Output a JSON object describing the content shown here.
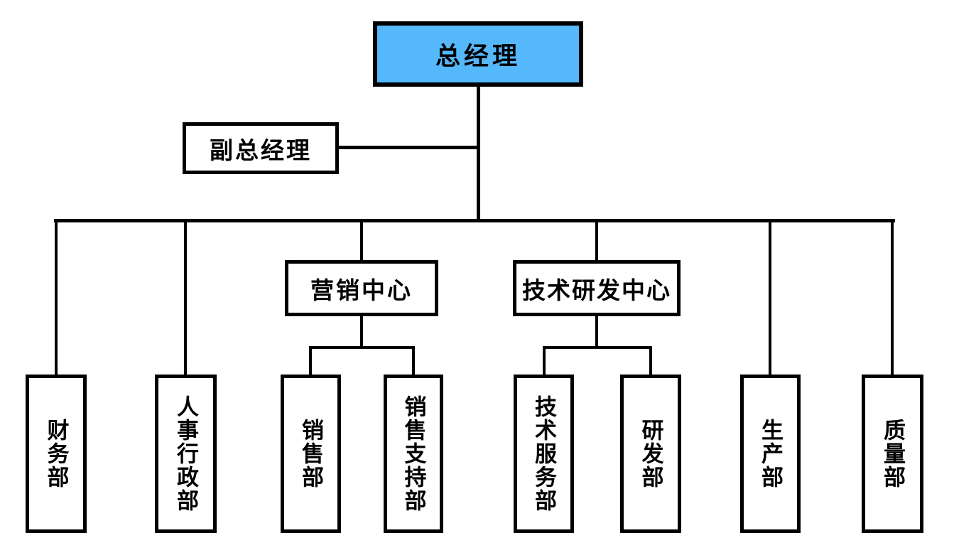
{
  "colors": {
    "root_fill": "#55B8FB",
    "node_fill": "#FFFFFF",
    "line": "#000000"
  },
  "org_chart": {
    "root": {
      "label": "总经理"
    },
    "staff": {
      "label": "副总经理"
    },
    "centers": {
      "marketing": {
        "label": "营销中心"
      },
      "tech_rd": {
        "label": "技术研发中心"
      }
    },
    "departments": {
      "finance": {
        "label": "财务部"
      },
      "hr_admin": {
        "label": "人事行政部"
      },
      "sales": {
        "label": "销售部"
      },
      "sales_support": {
        "label": "销售支持部"
      },
      "tech_service": {
        "label": "技术服务部"
      },
      "rd": {
        "label": "研发部"
      },
      "production": {
        "label": "生产部"
      },
      "quality": {
        "label": "质量部"
      }
    }
  }
}
